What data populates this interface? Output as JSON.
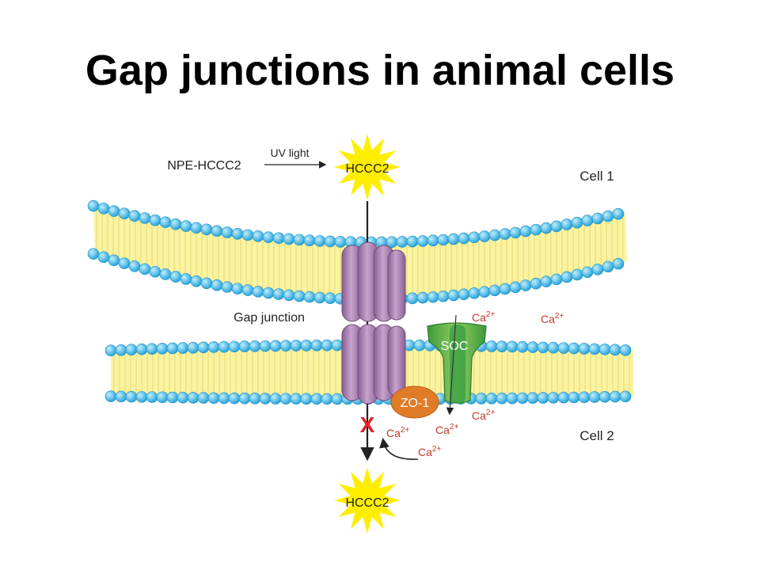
{
  "title": "Gap junctions in animal cells",
  "diagram": {
    "reaction": {
      "precursor": "NPE-HCCC2",
      "arrow_label": "UV light",
      "product": "HCCC2"
    },
    "cell1_label": "Cell 1",
    "cell2_label": "Cell 2",
    "gap_junction_label": "Gap junction",
    "soc_label": "SOC",
    "zo1_label": "ZO-1",
    "ion": "Ca",
    "ion_charge": "2+",
    "blocked_mark": "X",
    "bottom_product": "HCCC2",
    "colors": {
      "phospholipid_head": "#38b6ea",
      "lipid_tail": "#fbf3a0",
      "connexon": "#a97fb0",
      "soc": "#6dbb48",
      "zo1": "#e07b28",
      "star": "#ffee00",
      "blocked": "#e5202a"
    }
  }
}
